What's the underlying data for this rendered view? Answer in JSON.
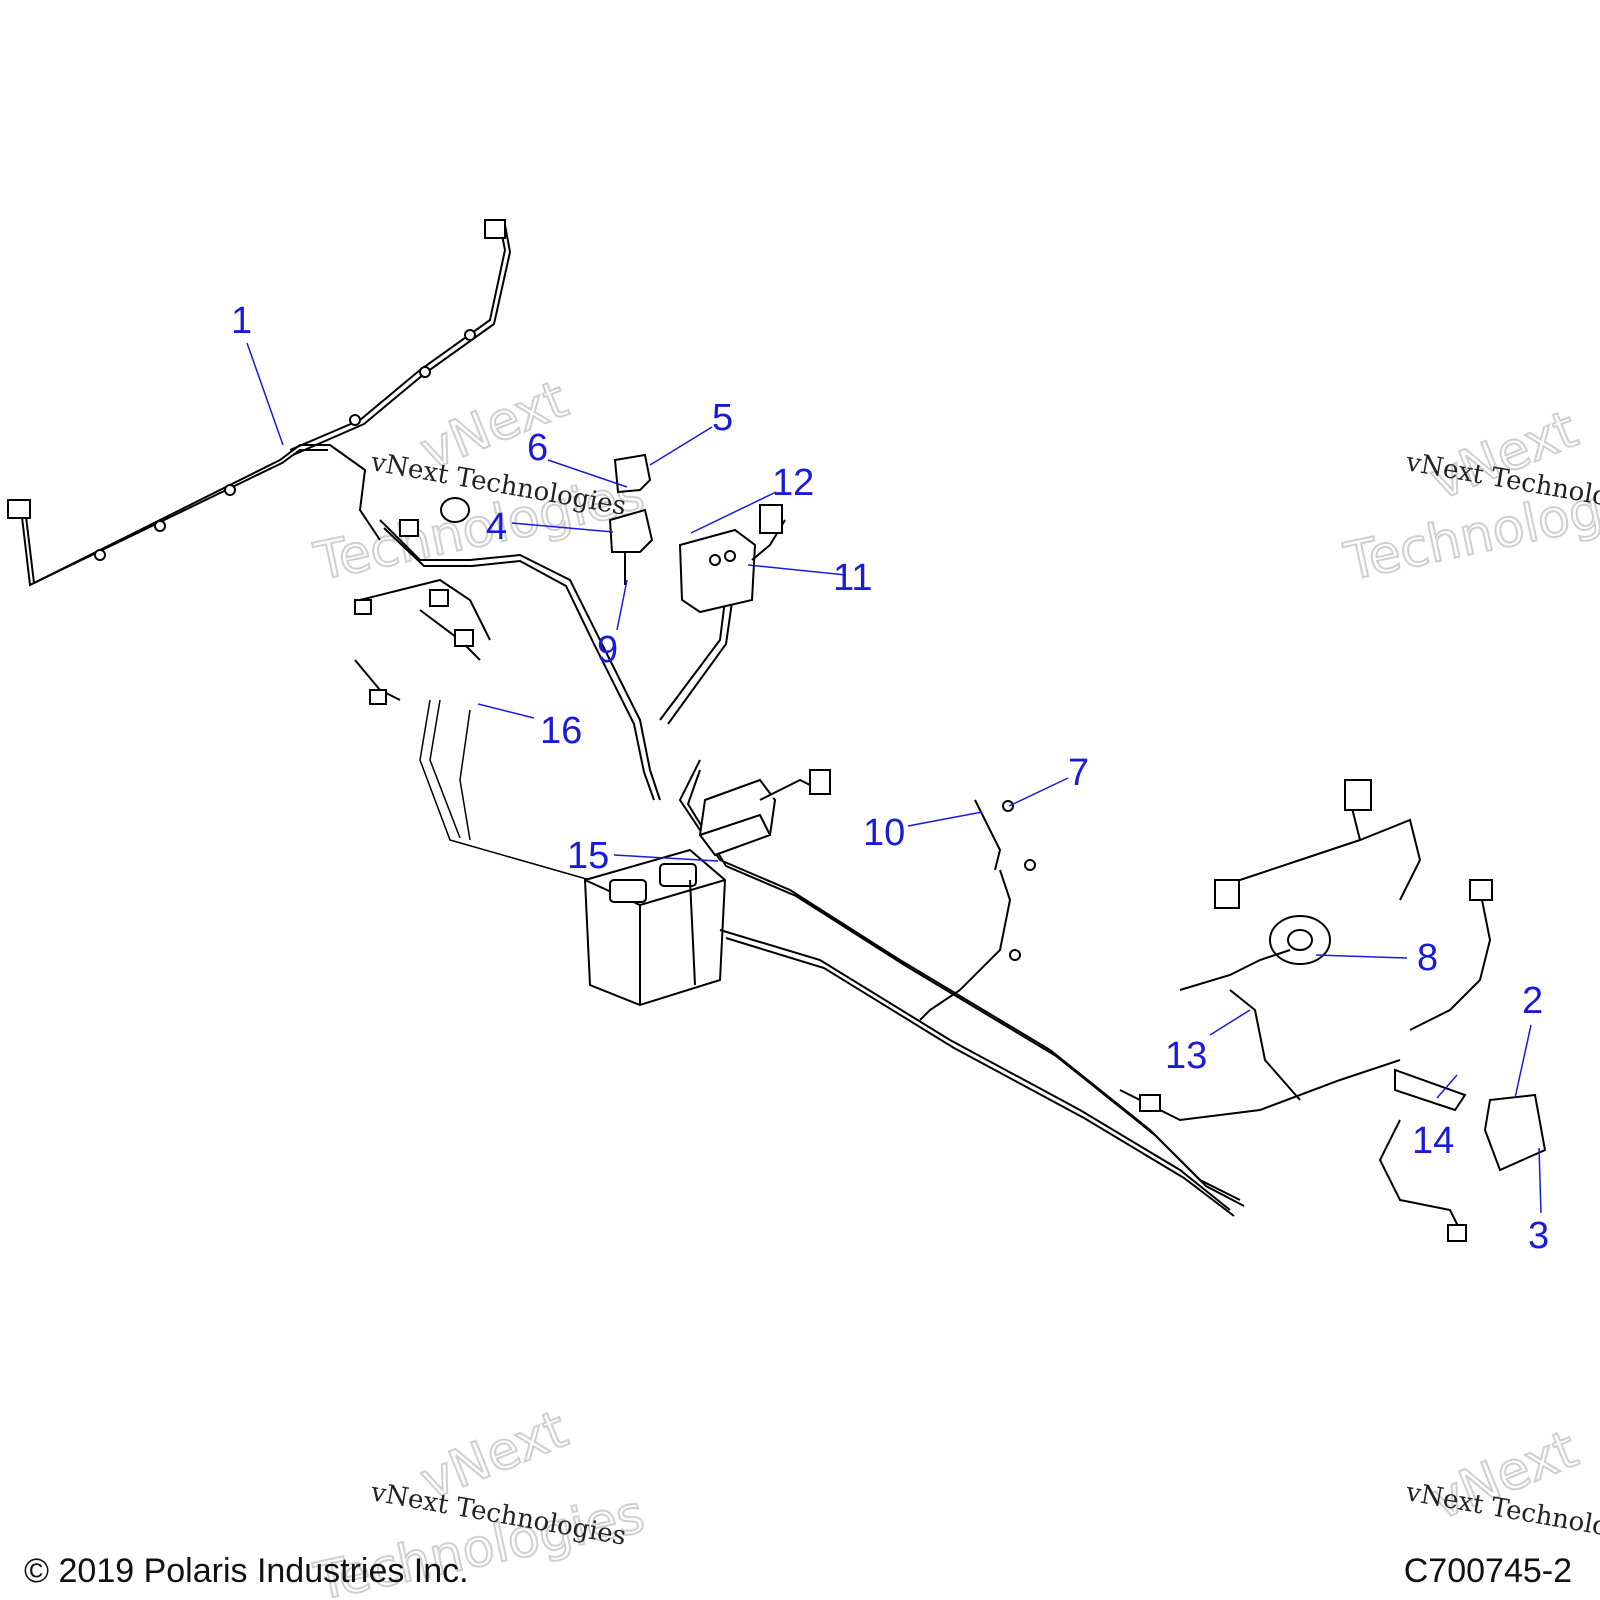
{
  "callouts": [
    "1",
    "2",
    "3",
    "4",
    "5",
    "6",
    "7",
    "8",
    "9",
    "10",
    "11",
    "12",
    "13",
    "14",
    "15",
    "16"
  ],
  "watermarks": {
    "small": "vNext Technologies",
    "big_line1": "vNext",
    "big_line2": "Technologies"
  },
  "footer": {
    "copyright": "© 2019 Polaris Industries Inc.",
    "drawing_number": "C700745-2"
  },
  "colors": {
    "callout": "#1a1adb",
    "line": "#1a1adb",
    "parts": "#000000"
  }
}
